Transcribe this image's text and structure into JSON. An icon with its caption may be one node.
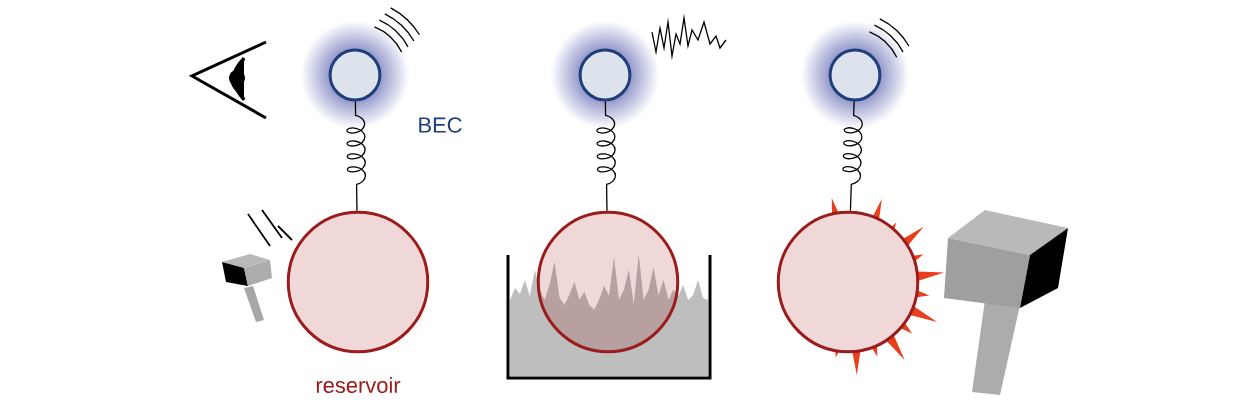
{
  "diagram": {
    "nodes": [
      {
        "text": [],
        "shape": "circle",
        "beside": [
          "BEC"
        ]
      },
      {
        "text": [],
        "shape": "circle",
        "beside": [
          "reservoir"
        ]
      },
      {
        "text": [],
        "shape": "circle"
      },
      {
        "text": [],
        "shape": "circle"
      },
      {
        "text": [],
        "shape": "circle"
      },
      {
        "text": [],
        "shape": "circle"
      }
    ],
    "edges": [
      {
        "from": 0,
        "to": 1,
        "arrow": "none"
      },
      {
        "from": 2,
        "to": 3,
        "arrow": "none"
      },
      {
        "from": 4,
        "to": 5,
        "arrow": "none"
      }
    ]
  }
}
